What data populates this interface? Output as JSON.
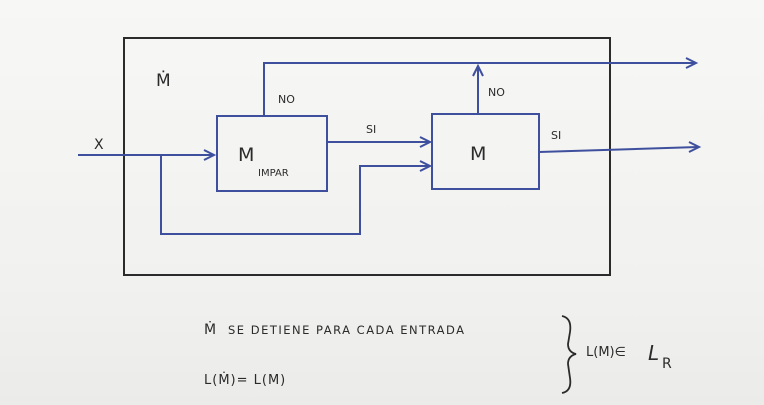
{
  "diagram": {
    "machine_label": "Ṁ",
    "input_label": "X",
    "box1": {
      "label": "M",
      "subscript": "IMPAR"
    },
    "box2": {
      "label": "M"
    },
    "box1_no_label": "NO",
    "box1_si_label": "SI",
    "box2_no_label": "NO",
    "box2_si_label": "SI"
  },
  "notes": {
    "line1_symbol": "Ṁ",
    "line1_text": "SE DETIENE PARA CADA ENTRADA",
    "line2": "L(Ṁ)= L(M)",
    "conclusion": "L(M)∈",
    "conclusion_set": "L",
    "conclusion_sub": "R"
  },
  "colors": {
    "ink_black": "#2b2b2b",
    "ink_blue": "#3e4f9e",
    "paper": "#f4f4f2"
  }
}
